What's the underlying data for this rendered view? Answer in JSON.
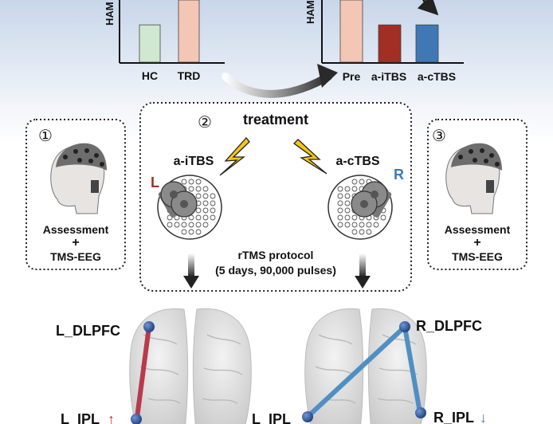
{
  "top_left_chart": {
    "ylabel": "HAM",
    "categories": [
      "HC",
      "TRD"
    ],
    "values": [
      60,
      100
    ],
    "colors": [
      "#cfe8cf",
      "#f4c6b6"
    ]
  },
  "top_right_chart": {
    "ylabel": "HAM",
    "categories": [
      "Pre",
      "a-iTBS",
      "a-cTBS"
    ],
    "values": [
      100,
      60,
      60
    ],
    "colors": [
      "#f4c6b6",
      "#a32e24",
      "#3f78b5"
    ]
  },
  "step1": {
    "number": "①",
    "label_line1": "Assessment",
    "plus": "+",
    "label_line2": "TMS-EEG"
  },
  "step2": {
    "number": "②",
    "title": "treatment",
    "left_protocol": "a-iTBS",
    "right_protocol": "a-cTBS",
    "left_hemisphere": "L",
    "right_hemisphere": "R",
    "protocol_line1": "rTMS protocol",
    "protocol_line2": "(5 days, 90,000 pulses)"
  },
  "step3": {
    "number": "③",
    "label_line1": "Assessment",
    "plus": "+",
    "label_line2": "TMS-EEG"
  },
  "brain_left": {
    "node_top": "L_DLPFC",
    "node_bottom": "L_IPL",
    "arrow": "↑",
    "edge_color": "#b83a4b",
    "arrow_color": "#c0392b"
  },
  "brain_right": {
    "node_top": "R_DLPFC",
    "node_bottom_left": "L_IPL",
    "node_bottom_right": "R_IPL",
    "arrow": "↓",
    "edge_color": "#4f8fc4",
    "arrow_color": "#3f78b5"
  },
  "colors": {
    "L_accent": "#a32e24",
    "R_accent": "#3f78b5",
    "lightning": "#f5c518",
    "node": "#2f5597"
  }
}
